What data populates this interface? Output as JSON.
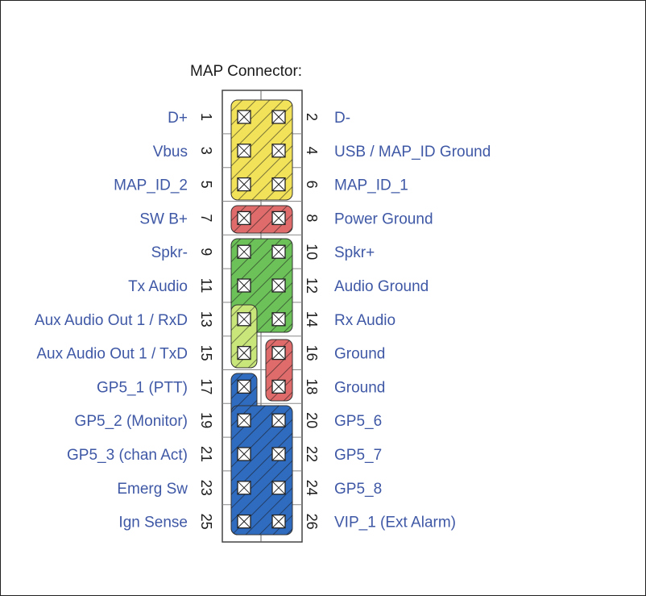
{
  "title": "MAP Connector:",
  "pins": [
    {
      "num": "1",
      "label": "D+"
    },
    {
      "num": "2",
      "label": "D-"
    },
    {
      "num": "3",
      "label": "Vbus"
    },
    {
      "num": "4",
      "label": "USB / MAP_ID Ground"
    },
    {
      "num": "5",
      "label": "MAP_ID_2"
    },
    {
      "num": "6",
      "label": "MAP_ID_1"
    },
    {
      "num": "7",
      "label": "SW B+"
    },
    {
      "num": "8",
      "label": "Power Ground"
    },
    {
      "num": "9",
      "label": "Spkr-"
    },
    {
      "num": "10",
      "label": "Spkr+"
    },
    {
      "num": "11",
      "label": "Tx Audio"
    },
    {
      "num": "12",
      "label": "Audio Ground"
    },
    {
      "num": "13",
      "label": "Aux Audio Out 1 / RxD"
    },
    {
      "num": "14",
      "label": "Rx Audio"
    },
    {
      "num": "15",
      "label": "Aux Audio Out 1 / TxD"
    },
    {
      "num": "16",
      "label": "Ground"
    },
    {
      "num": "17",
      "label": "GP5_1 (PTT)"
    },
    {
      "num": "18",
      "label": "Ground"
    },
    {
      "num": "19",
      "label": "GP5_2 (Monitor)"
    },
    {
      "num": "20",
      "label": "GP5_6"
    },
    {
      "num": "21",
      "label": "GP5_3 (chan Act)"
    },
    {
      "num": "22",
      "label": "GP5_7"
    },
    {
      "num": "23",
      "label": "Emerg Sw"
    },
    {
      "num": "24",
      "label": "GP5_8"
    },
    {
      "num": "25",
      "label": "Ign Sense"
    },
    {
      "num": "26",
      "label": "VIP_1 (Ext Alarm)"
    }
  ],
  "colors": {
    "yellow": "#f2e25a",
    "red": "#e06b6b",
    "green": "#6cc159",
    "lightgreen": "#c8e67a",
    "blue": "#2f6bbf",
    "label": "#3f58a6"
  }
}
